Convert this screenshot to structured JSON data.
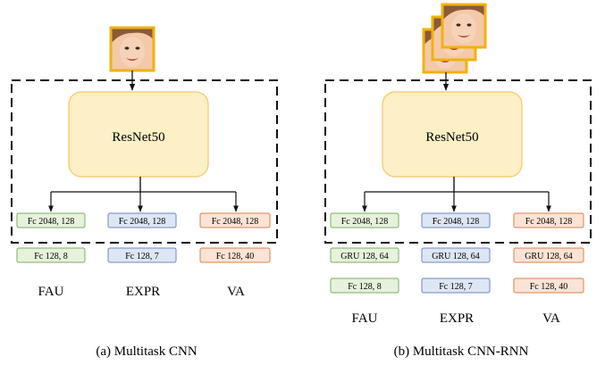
{
  "colors": {
    "resnet_fill": "#fdefc6",
    "resnet_stroke": "#f2c86a",
    "fau_fill": "#e6f2dc",
    "fau_stroke": "#7bae5e",
    "expr_fill": "#dde6f4",
    "expr_stroke": "#6d88bf",
    "va_fill": "#fbe3d6",
    "va_stroke": "#d9804f",
    "face_frame": "#f2b10c"
  },
  "panel_a": {
    "caption": "(a) Multitask CNN",
    "backbone": "ResNet50",
    "heads": [
      {
        "task": "FAU",
        "layers": [
          "Fc 2048, 128",
          "Fc 128, 8"
        ]
      },
      {
        "task": "EXPR",
        "layers": [
          "Fc 2048, 128",
          "Fc 128, 7"
        ]
      },
      {
        "task": "VA",
        "layers": [
          "Fc 2048, 128",
          "Fc 128, 40"
        ]
      }
    ]
  },
  "panel_b": {
    "caption": "(b) Multitask CNN-RNN",
    "backbone": "ResNet50",
    "heads": [
      {
        "task": "FAU",
        "layers": [
          "Fc 2048, 128",
          "GRU 128, 64",
          "Fc 128, 8"
        ]
      },
      {
        "task": "EXPR",
        "layers": [
          "Fc 2048, 128",
          "GRU 128, 64",
          "Fc 128, 7"
        ]
      },
      {
        "task": "VA",
        "layers": [
          "Fc 2048, 128",
          "GRU 128, 64",
          "Fc 128, 40"
        ]
      }
    ]
  }
}
